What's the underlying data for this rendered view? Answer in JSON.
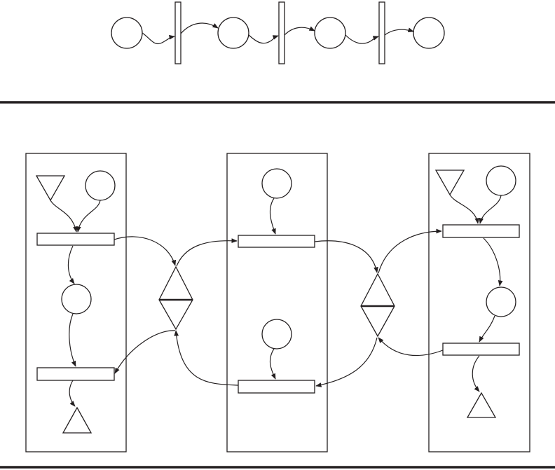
{
  "figure": {
    "stroke_color": "#231f20",
    "background_color": "#ffffff",
    "top_net": {
      "description_elements": [
        "place",
        "transition",
        "place",
        "transition",
        "place",
        "transition",
        "place"
      ]
    },
    "bottom_net": {
      "modules": [
        "left-module",
        "middle-module",
        "right-module"
      ],
      "shared_channels": [
        "left-channel",
        "right-channel"
      ]
    }
  }
}
